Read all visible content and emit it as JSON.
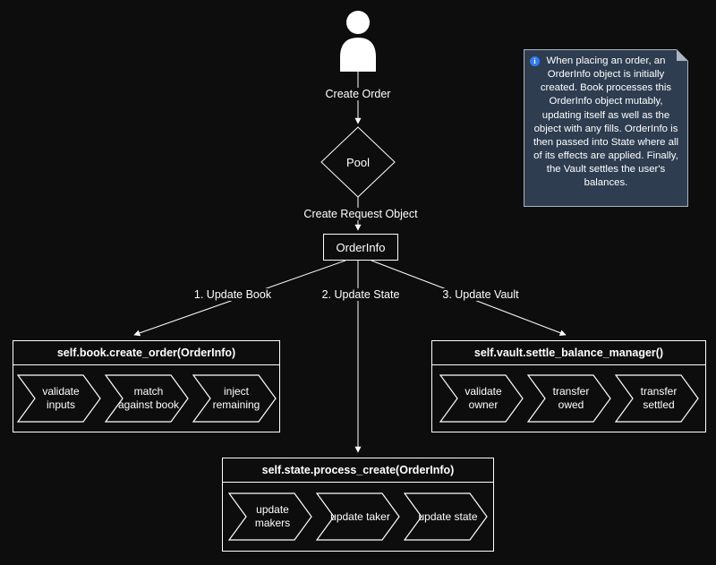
{
  "colors": {
    "background": "#0d0d0d",
    "stroke": "#ffffff",
    "note_bg": "#2e3d50",
    "note_border": "#aab6c2",
    "info_blue": "#2f7df6"
  },
  "edges": {
    "create_order": "Create Order",
    "create_request": "Create Request Object",
    "update_book": "1. Update Book",
    "update_state": "2. Update State",
    "update_vault": "3. Update Vault"
  },
  "nodes": {
    "pool": "Pool",
    "order_info": "OrderInfo"
  },
  "book": {
    "title": "self.book.create_order(OrderInfo)",
    "steps": [
      "validate inputs",
      "match against book",
      "inject remaining"
    ]
  },
  "state": {
    "title": "self.state.process_create(OrderInfo)",
    "steps": [
      "update makers",
      "update taker",
      "update state"
    ]
  },
  "vault": {
    "title": "self.vault.settle_balance_manager()",
    "steps": [
      "validate owner",
      "transfer owed",
      "transfer settled"
    ]
  },
  "note": {
    "icon": "info-icon",
    "text": "When placing an order, an OrderInfo object is initially created. Book processes this OrderInfo object mutably, updating itself as well as the object with any fills. OrderInfo is then passed into State where all of its effects are applied. Finally, the Vault settles the user's balances."
  }
}
